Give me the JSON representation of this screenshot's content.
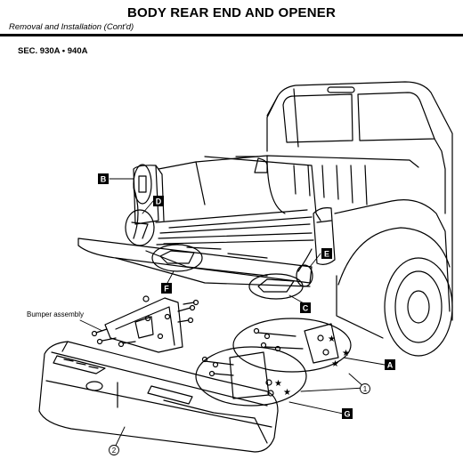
{
  "header": {
    "title": "BODY REAR END AND OPENER",
    "subtitle": "Removal and Installation (Cont'd)"
  },
  "section_ref": "SEC. 930A • 940A",
  "diagram": {
    "callouts": {
      "A": "A",
      "B": "B",
      "C": "C",
      "D": "D",
      "E": "E",
      "F": "F",
      "G": "G"
    },
    "part_numbers": {
      "p1": "1",
      "p2": "2"
    },
    "labels": {
      "bumper_assembly": "Bumper assembly"
    },
    "star": "★"
  }
}
